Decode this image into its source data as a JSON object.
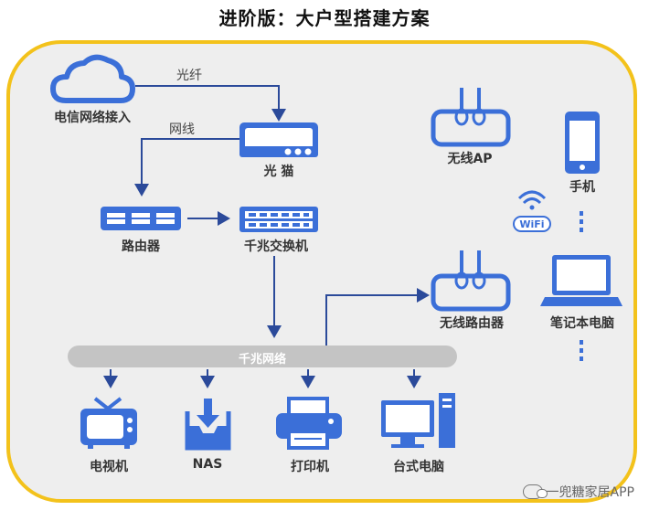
{
  "title": "进阶版：大户型搭建方案",
  "colors": {
    "accent": "#3b6fd8",
    "frame": "#f3c21b",
    "bus": "#c4c4c4",
    "arrow": "#2b4a9a"
  },
  "nodes": {
    "telecom": "电信网络接入",
    "modem": "光 猫",
    "router": "路由器",
    "switch": "千兆交换机",
    "ap": "无线AP",
    "wireless_router": "无线路由器",
    "phone": "手机",
    "laptop": "笔记本电脑",
    "tv": "电视机",
    "nas": "NAS",
    "printer": "打印机",
    "desktop": "台式电脑"
  },
  "edges": {
    "fiber": "光纤",
    "cable": "网线"
  },
  "bus_label": "千兆网络",
  "wifi_badge": "WiFi",
  "watermark": "一兜糖家居APP"
}
